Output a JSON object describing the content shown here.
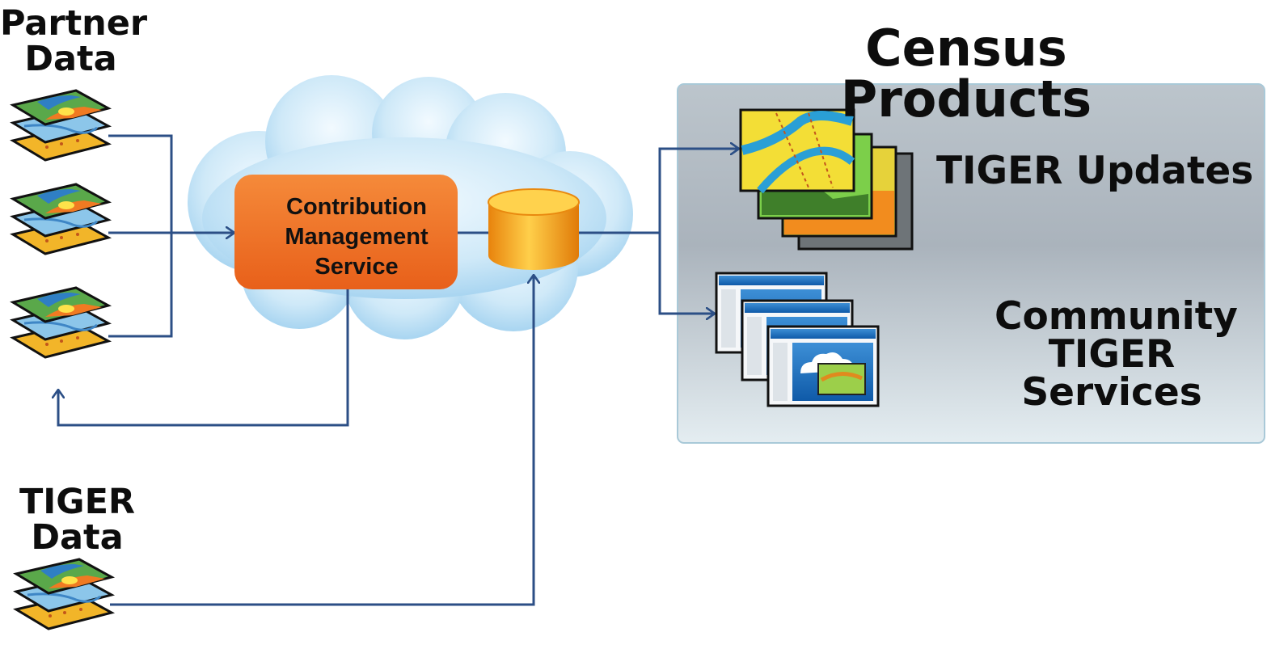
{
  "diagram": {
    "partner_data_label": [
      "Partner",
      "Data"
    ],
    "tiger_data_label": [
      "TIGER",
      "Data"
    ],
    "service_label": [
      "Contribution",
      "Management",
      "Service"
    ],
    "products_title": "Census Products",
    "tiger_updates_label": "TIGER Updates",
    "community_services_label": [
      "Community",
      "TIGER",
      "Services"
    ]
  },
  "colors": {
    "connector": "#2c4f86",
    "service_box": "#f07022",
    "database": "#f5a019",
    "cloud": "#cfe9f8",
    "products_panel": "#b8c2cb"
  }
}
